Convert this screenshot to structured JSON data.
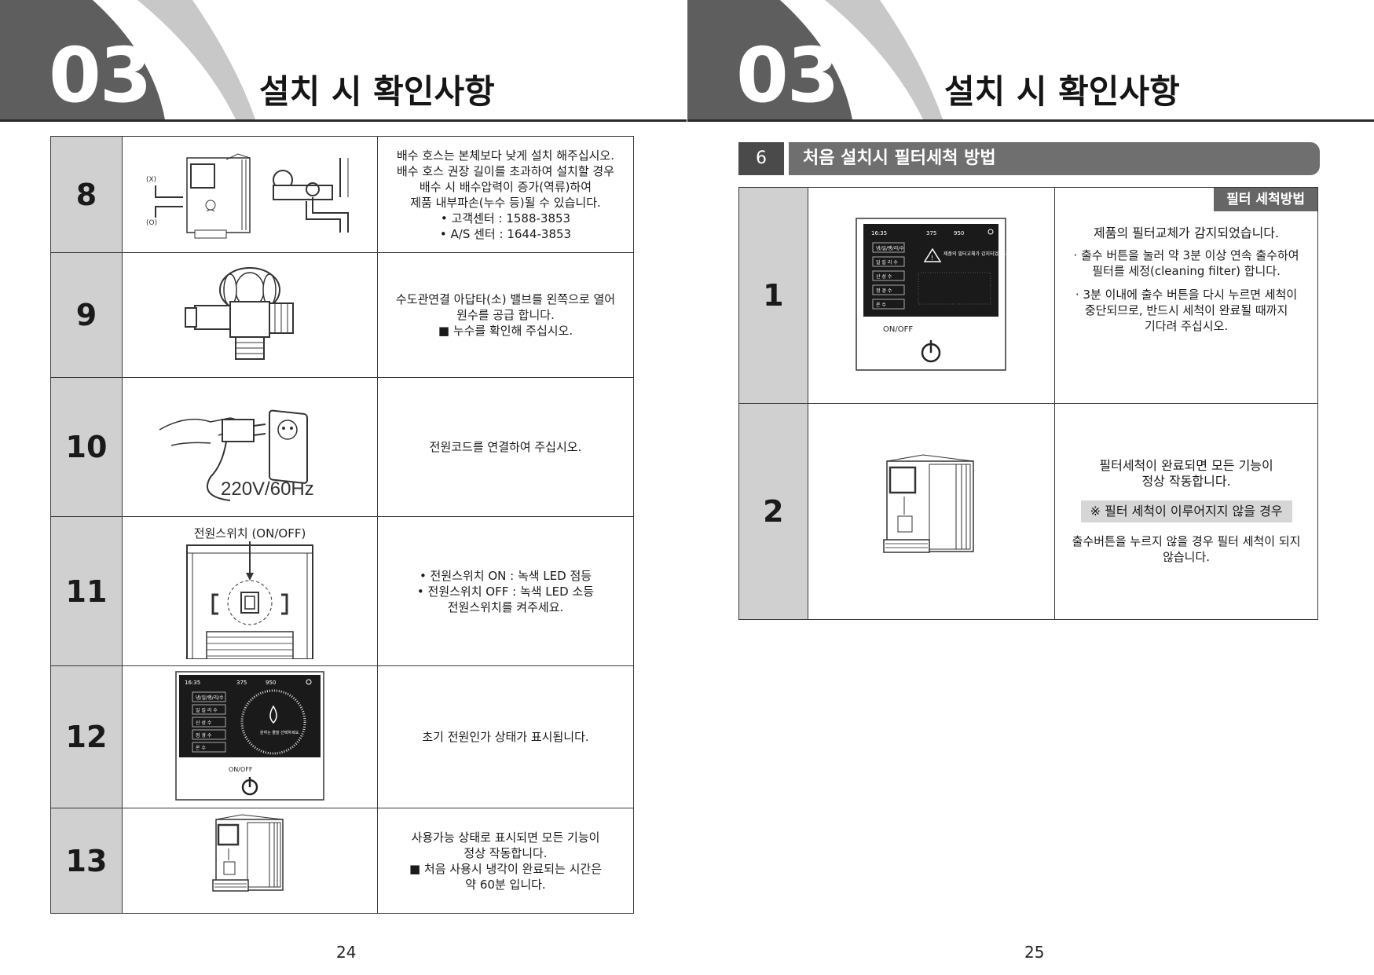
{
  "left_page": {
    "chapter_number": "03",
    "chapter_title": "설치 시 확인사항",
    "page_number": "24",
    "steps": [
      {
        "num": "8",
        "lines": [
          "배수 호스는 본체보다 낮게 설치 해주십시오.",
          "배수 호스 권장 길이를 초과하여 설치할 경우",
          "배수 시 배수압력이 증가(역류)하여",
          "제품 내부파손(누수 등)될 수 있습니다.",
          "• 고객센터 : 1588-3853",
          "• A/S 센터 : 1644-3853"
        ]
      },
      {
        "num": "9",
        "lines": [
          "수도관연결 아답타(소) 밸브를 왼쪽으로 열어",
          "원수를 공급 합니다.",
          "■ 누수를 확인해 주십시오."
        ]
      },
      {
        "num": "10",
        "lines": [
          "전원코드를 연결하여 주십시오."
        ],
        "img_label": "220V/60Hz"
      },
      {
        "num": "11",
        "lines": [
          "• 전원스위치 ON : 녹색 LED 점등",
          "• 전원스위치 OFF : 녹색 LED 소등",
          "전원스위치를 켜주세요."
        ],
        "img_label": "전원스위치 (ON/OFF)"
      },
      {
        "num": "12",
        "lines": [
          "초기 전원인가 상태가 표시됩니다."
        ]
      },
      {
        "num": "13",
        "lines": [
          "사용가능 상태로 표시되면 모든 기능이",
          "정상 작동합니다.",
          "■ 처음 사용시 냉각이 완료되는 시간은",
          "약 60분 입니다."
        ]
      }
    ],
    "img8_labels": {
      "x": "(X)",
      "o": "(O)"
    }
  },
  "right_page": {
    "chapter_number": "03",
    "chapter_title": "설치 시 확인사항",
    "page_number": "25",
    "section_number": "6",
    "section_title": "처음 설치시 필터세척 방법",
    "badge": "필터 세척방법",
    "step1": {
      "num": "1",
      "title": "제품의 필터교체가 감지되었습니다.",
      "bullet1": [
        "· 출수 버튼을 눌러 약 3분 이상 연속 출수하여",
        "필터를 세정(cleaning filter) 합니다."
      ],
      "bullet2": [
        "· 3분 이내에 출수 버튼을 다시 누르면 세척이",
        "중단되므로, 반드시 세척이 완료될 때까지",
        "기다려 주십시오."
      ]
    },
    "step2": {
      "num": "2",
      "lines": [
        "필터세척이 완료되면 모든 기능이",
        "정상 작동합니다."
      ],
      "note": "※ 필터 세척이 이루어지지 않을 경우",
      "after": [
        "출수버튼을 누르지 않을 경우 필터 세척이 되지",
        "않습니다."
      ]
    }
  },
  "screen": {
    "time": "16:35",
    "tds_in": "375",
    "tds_out": "950",
    "menu": [
      "냉/일/랭/리/수",
      "일 킬 리 수",
      "산 성 수",
      "정 경 수",
      "온 수"
    ],
    "onoff": "ON/OFF",
    "alert_title": "제품의 필터교체가 감지되었습니다.",
    "center_text": "원하는 물을 선택하세요."
  },
  "colors": {
    "header_dark": "#5e5e5e",
    "header_light": "#c8c8c8",
    "num_cell": "#d0d0d0",
    "section_bar": "#6f6f6f",
    "badge": "#666666"
  }
}
